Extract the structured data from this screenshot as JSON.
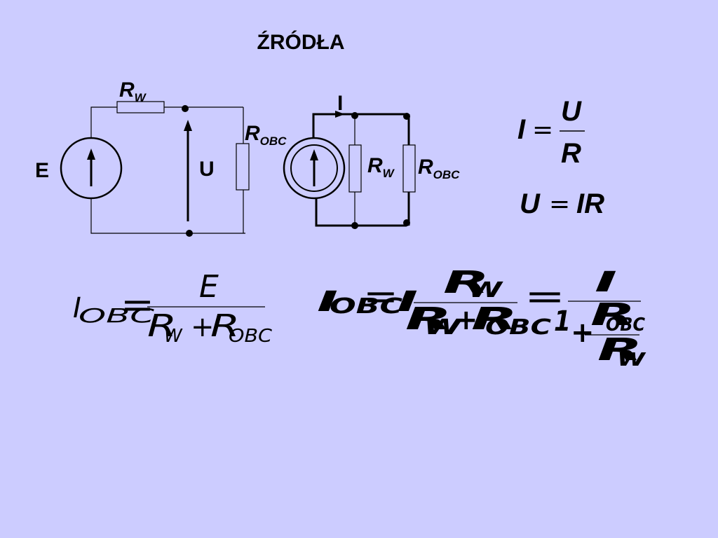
{
  "slide": {
    "title": "ŹRÓDŁA",
    "background": "#ccccff"
  },
  "circuit_voltage_source": {
    "source_label": "E",
    "internal_resistor": {
      "main": "R",
      "sub": "W"
    },
    "voltage_label": "U",
    "load_resistor": {
      "main": "R",
      "sub": "OBC"
    }
  },
  "circuit_current_source": {
    "current_label": "I",
    "internal_resistor": {
      "main": "R",
      "sub": "W"
    },
    "load_resistor": {
      "main": "R",
      "sub": "OBC"
    }
  },
  "ohm_law": {
    "eq1": {
      "lhs": "I",
      "eq": "=",
      "numerator": "U",
      "denominator": "R"
    },
    "eq2": {
      "lhs": "U",
      "eq": "=",
      "rhs": "IR"
    }
  },
  "formula_voltage_source": {
    "lhs_main": "I",
    "lhs_sub": "OBC",
    "eq": "=",
    "numerator": "E",
    "den_r1_main": "R",
    "den_r1_sub": "W",
    "plus": "+",
    "den_r2_main": "R",
    "den_r2_sub": "OBC"
  },
  "formula_current_source": {
    "lhs_main": "I",
    "lhs_sub": "OBC",
    "eq1": "=",
    "frac1_mult": "I",
    "frac1_num_main": "R",
    "frac1_num_sub": "W",
    "frac1_den_r1_main": "R",
    "frac1_den_r1_sub": "W",
    "frac1_plus": "+",
    "frac1_den_r2_main": "R",
    "frac1_den_r2_sub": "OBC",
    "eq2": "=",
    "frac2_num": "I",
    "frac2_den_one": "1",
    "frac2_plus": "+",
    "frac2_inner_num_main": "R",
    "frac2_inner_num_sub": "OBC",
    "frac2_inner_den_main": "R",
    "frac2_inner_den_sub": "W"
  }
}
